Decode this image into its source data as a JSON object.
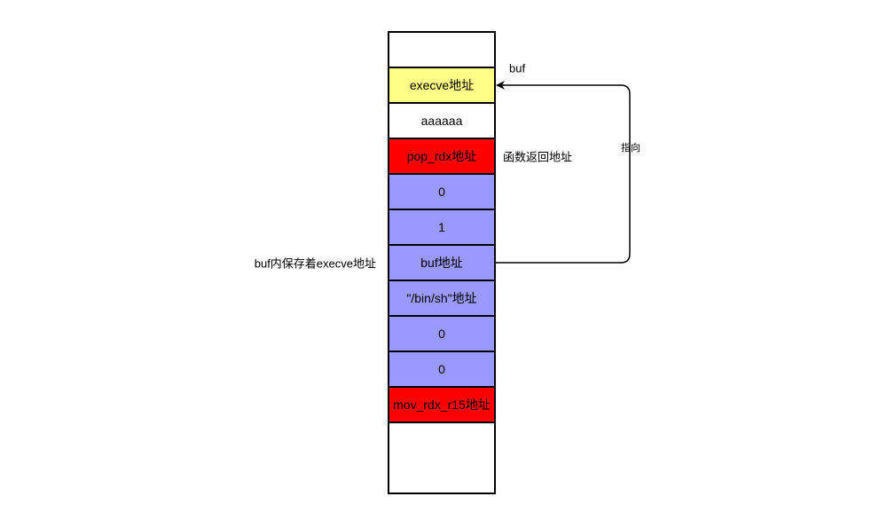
{
  "stack": {
    "cells": [
      {
        "label": "",
        "color": "#ffffff"
      },
      {
        "label": "execve地址",
        "color": "#ffff88"
      },
      {
        "label": "aaaaaa",
        "color": "#ffffff"
      },
      {
        "label": "pop_rdx地址",
        "color": "#ff0000"
      },
      {
        "label": "0",
        "color": "#9999ff"
      },
      {
        "label": "1",
        "color": "#9999ff"
      },
      {
        "label": "buf地址",
        "color": "#9999ff"
      },
      {
        "label": "\"/bin/sh\"地址",
        "color": "#9999ff"
      },
      {
        "label": "0",
        "color": "#9999ff"
      },
      {
        "label": "0",
        "color": "#9999ff"
      },
      {
        "label": "mov_rdx_r15地址",
        "color": "#ff0000"
      },
      {
        "label": "",
        "color": "#ffffff"
      }
    ]
  },
  "annotations": {
    "buf": "buf",
    "return_address": "函数返回地址",
    "buf_contents": "buf内保存着execve地址"
  },
  "arrow": {
    "label": "指向",
    "color": "#000000"
  }
}
